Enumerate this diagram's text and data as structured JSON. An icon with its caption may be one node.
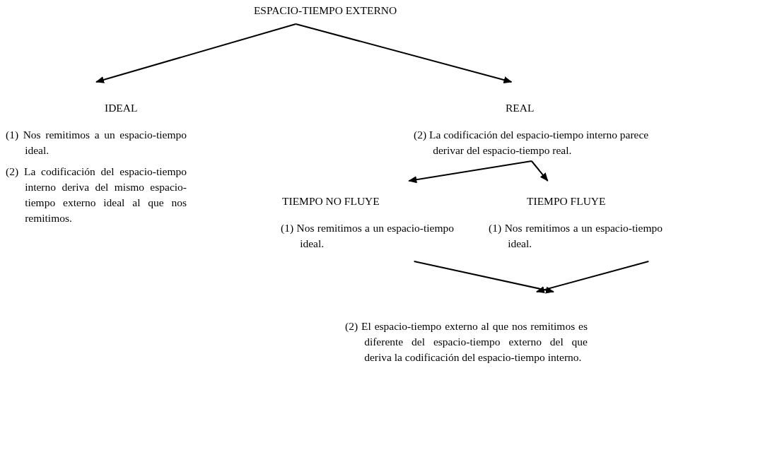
{
  "diagram": {
    "nodes": [
      {
        "text": [
          "ESPACIO-TIEMPO EXTERNO"
        ]
      },
      {
        "text": [
          "IDEAL",
          "(1) Nos remitimos a un espacio-tiempo ideal.",
          "(2) La codificación del espacio-tiempo interno deriva del mismo espacio-tiempo externo ideal al que nos remitimos."
        ]
      },
      {
        "text": [
          "REAL",
          "(2) La codificación del espacio-tiempo interno parece derivar del espacio-tiempo real."
        ]
      },
      {
        "text": [
          "TIEMPO NO FLUYE",
          "(1) Nos remitimos a un espacio-tiempo ideal."
        ]
      },
      {
        "text": [
          "TIEMPO FLUYE",
          "(1) Nos remitimos a un espacio-tiempo ideal."
        ]
      },
      {
        "text": [
          "(2) El espacio-tiempo externo al que nos remitimos es diferente del espacio-tiempo externo del que deriva la codificación del espacio-tiempo interno."
        ]
      }
    ],
    "edges": [
      {
        "from": 0,
        "to": 1,
        "arrow": "to"
      },
      {
        "from": 0,
        "to": 2,
        "arrow": "to"
      },
      {
        "from": 2,
        "to": 3,
        "arrow": "to"
      },
      {
        "from": 2,
        "to": 4,
        "arrow": "to"
      },
      {
        "from": 3,
        "to": 5,
        "arrow": "to"
      },
      {
        "from": 4,
        "to": 5,
        "arrow": "to"
      }
    ]
  }
}
